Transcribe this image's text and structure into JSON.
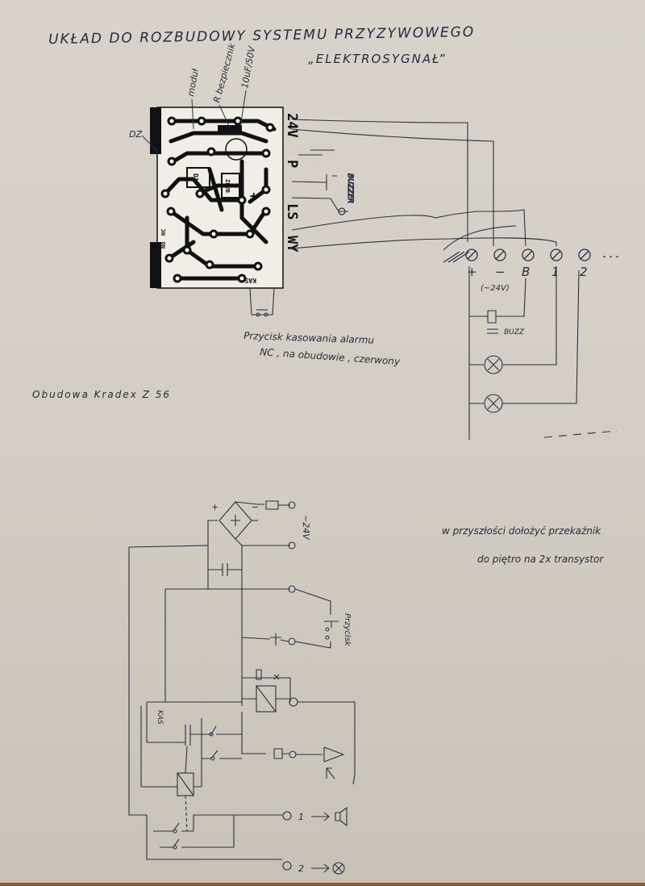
{
  "title": {
    "line1": "UKŁAD DO ROZBUDOWY SYSTEMU PRZYZYWOWEGO",
    "line2": "„ELEKTROSYGNAŁ”"
  },
  "pcb": {
    "labels": [
      "24V",
      "P",
      "LS",
      "WY",
      "KAS",
      "DZ",
      "D1",
      "ZEVB",
      "NO",
      "NC"
    ],
    "top_labels": [
      "moduł",
      "R bezpiecznik",
      "10uF/50V"
    ]
  },
  "right_labels": {
    "buzzer": "BUZZER"
  },
  "terminals": {
    "labels": [
      "+",
      "−",
      "B",
      "1",
      "2"
    ],
    "supply": "(~24V)",
    "buzz": "BUZZ"
  },
  "notes": {
    "button": "Przycisk kasowania alarmu",
    "button2": "NC , na obudowie , czerwony",
    "housing": "Obudowa Kradex Z 56",
    "future1": "w przyszłości dołożyć przekaźnik",
    "future2": "do piętro na 2x transystor"
  },
  "schematic": {
    "supply": "~24V",
    "button": "Przycisk",
    "kas": "KAS",
    "out1": "1",
    "out2": "2"
  }
}
